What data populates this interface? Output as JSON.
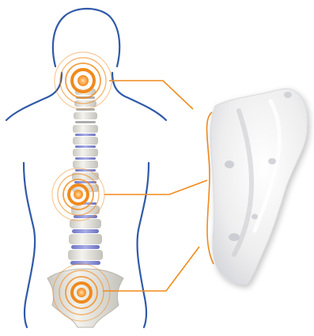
{
  "figure": {
    "subject": "spine-with-pressure-points-and-support-cushion",
    "background_color": "#ffffff",
    "body_outline_color": "#2f5aa8",
    "target_color": "#f08a1c",
    "callout_color": "#f08a1c",
    "vertebra_color": "#e9e7e0",
    "disc_color": "#8f95d6",
    "cushion_color": "#f2f2f4"
  },
  "targets": [
    {
      "name": "neck-target"
    },
    {
      "name": "mid-back-target"
    },
    {
      "name": "lower-back-target"
    }
  ],
  "icons": {
    "target": "target-rings-icon",
    "cushion": "cushion-icon",
    "spine": "spine-icon"
  }
}
